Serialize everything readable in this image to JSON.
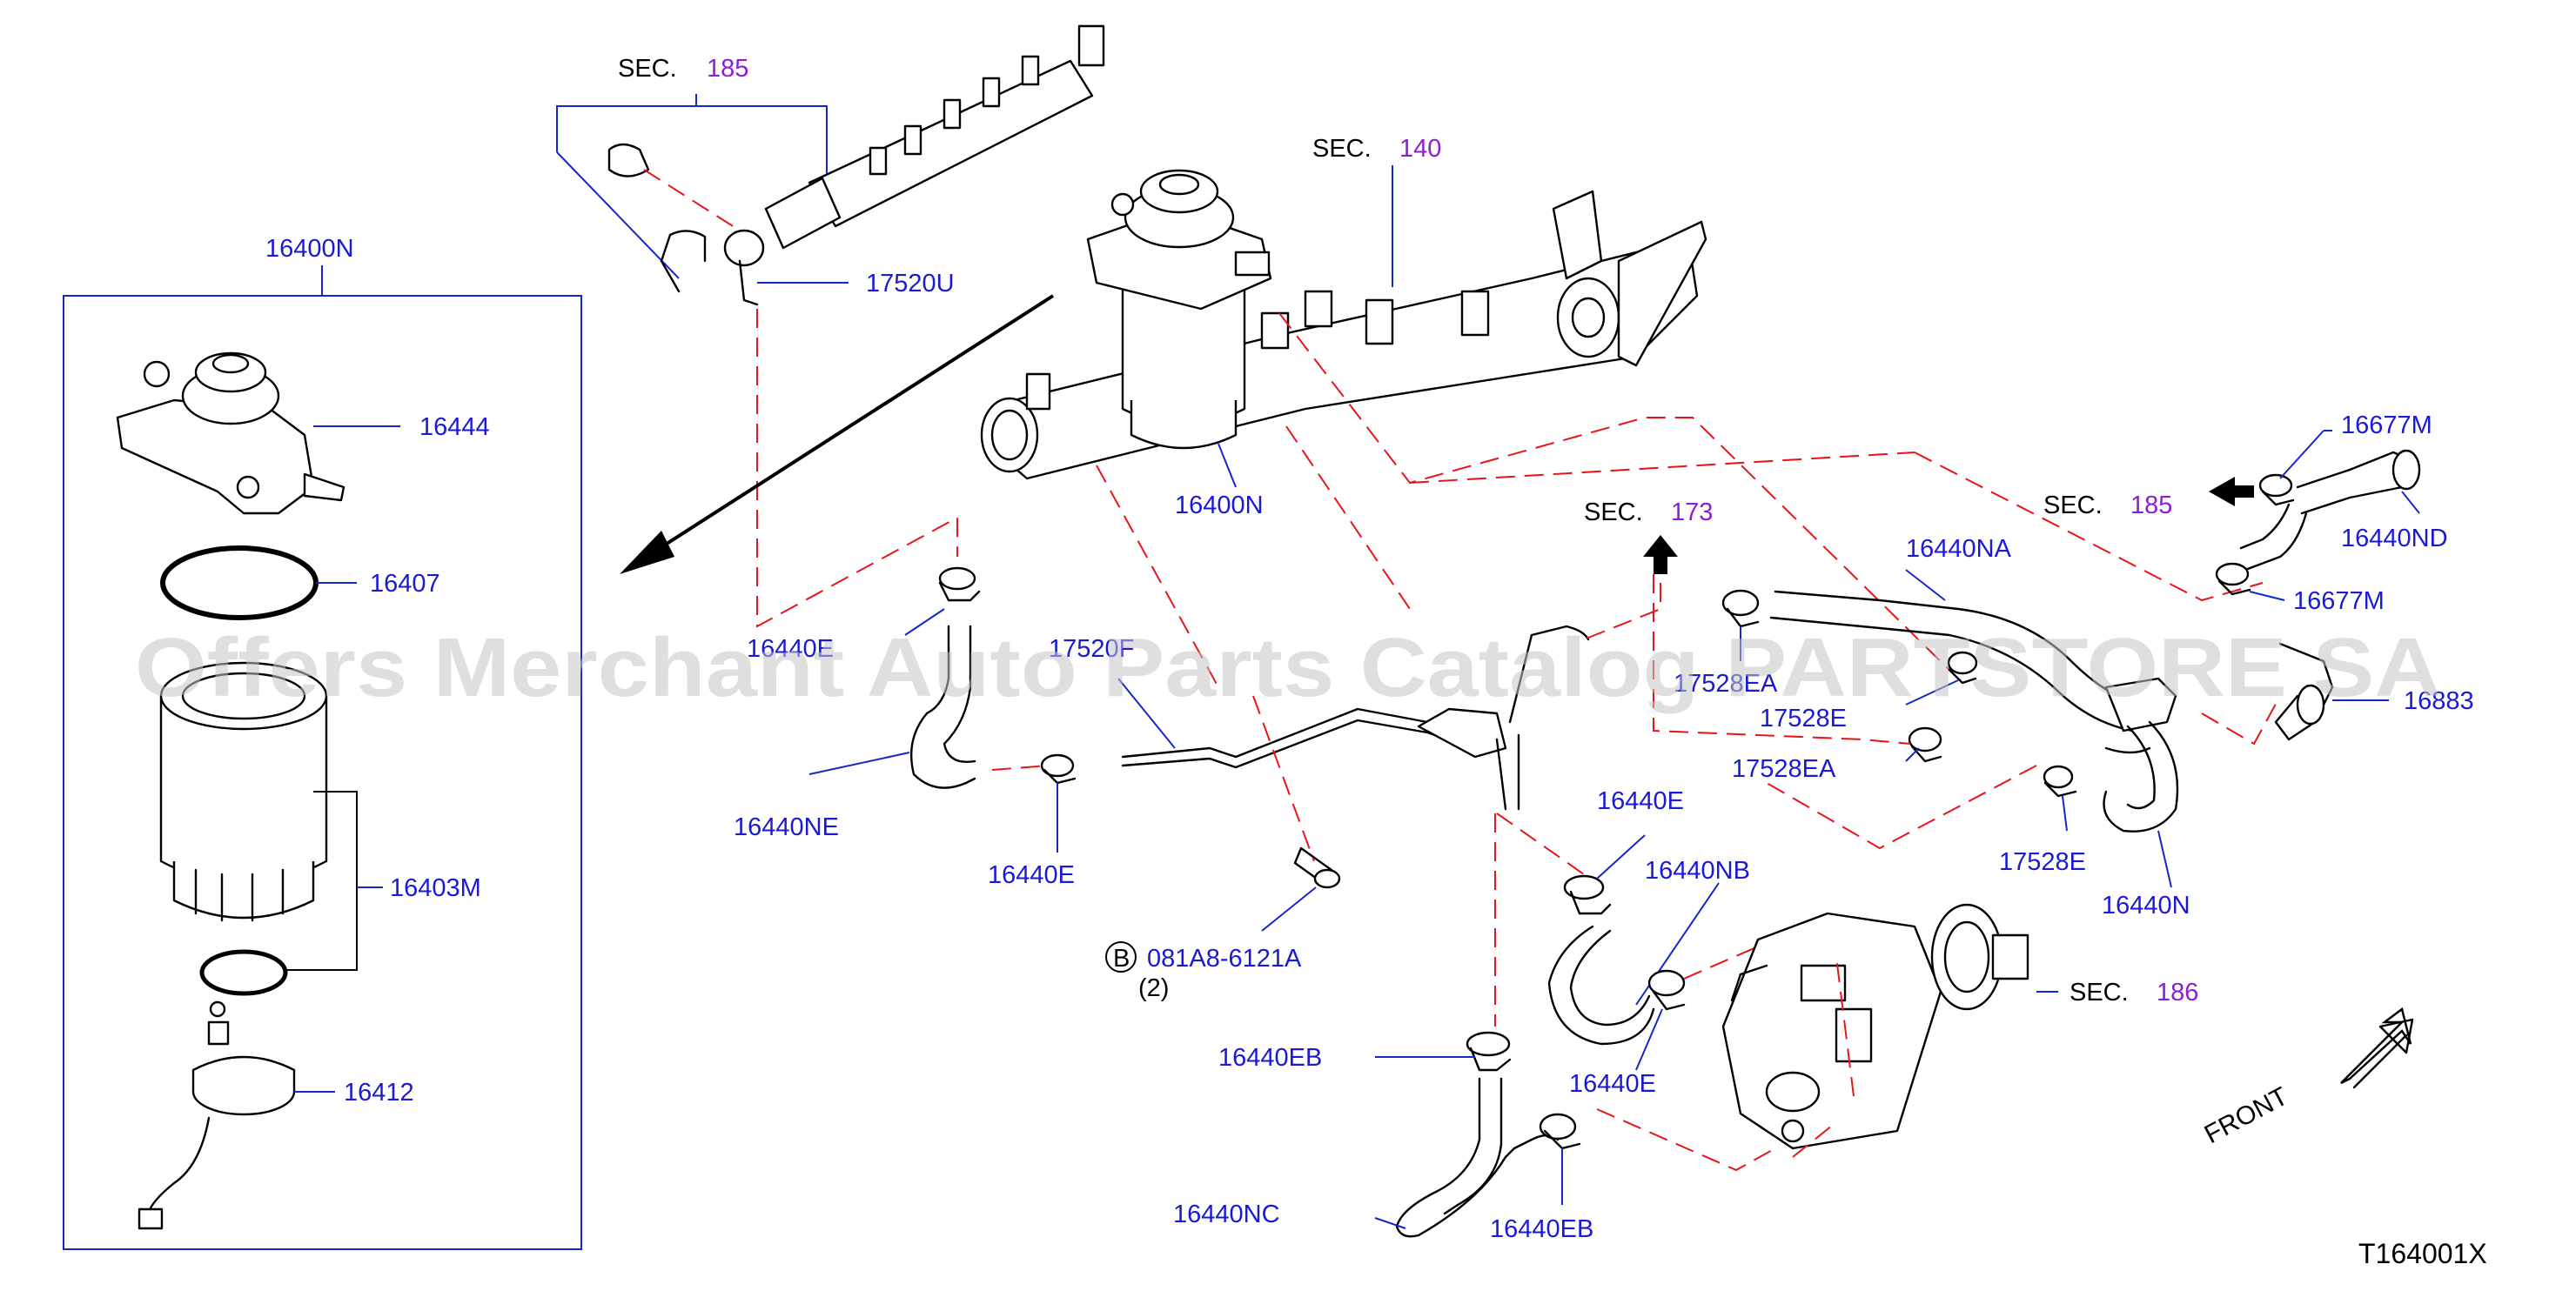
{
  "watermark": "Offers Merchant Auto Parts Catalog PARTSTORE SA",
  "diagram_code": "T164001X",
  "front_label": "FRONT",
  "sections": [
    {
      "prefix": "SEC.",
      "number": "185"
    },
    {
      "prefix": "SEC.",
      "number": "140"
    },
    {
      "prefix": "SEC.",
      "number": "173"
    },
    {
      "prefix": "SEC.",
      "number": "185"
    },
    {
      "prefix": "SEC.",
      "number": "186"
    }
  ],
  "parts": {
    "p16400N_box": "16400N",
    "p16444": "16444",
    "p16407": "16407",
    "p16403M": "16403M",
    "p16412": "16412",
    "p17520U": "17520U",
    "p16400N_main": "16400N",
    "p16440E_left": "16440E",
    "p17520F": "17520F",
    "p16440NE": "16440NE",
    "p16440E_mid": "16440E",
    "bolt_code": "081A8-6121A",
    "bolt_badge": "B",
    "bolt_qty": "(2)",
    "p16440EB_a": "16440EB",
    "p16440NC": "16440NC",
    "p16440EB_b": "16440EB",
    "p16440E_upper": "16440E",
    "p16440NB": "16440NB",
    "p16440E_lower": "16440E",
    "p17528EA_top": "17528EA",
    "p17528E_top": "17528E",
    "p17528EA": "17528EA",
    "p17528E_bot": "17528E",
    "p16440N": "16440N",
    "p16440NA": "16440NA",
    "p16677M_top": "16677M",
    "p16440ND": "16440ND",
    "p16677M_bot": "16677M",
    "p16883": "16883"
  }
}
